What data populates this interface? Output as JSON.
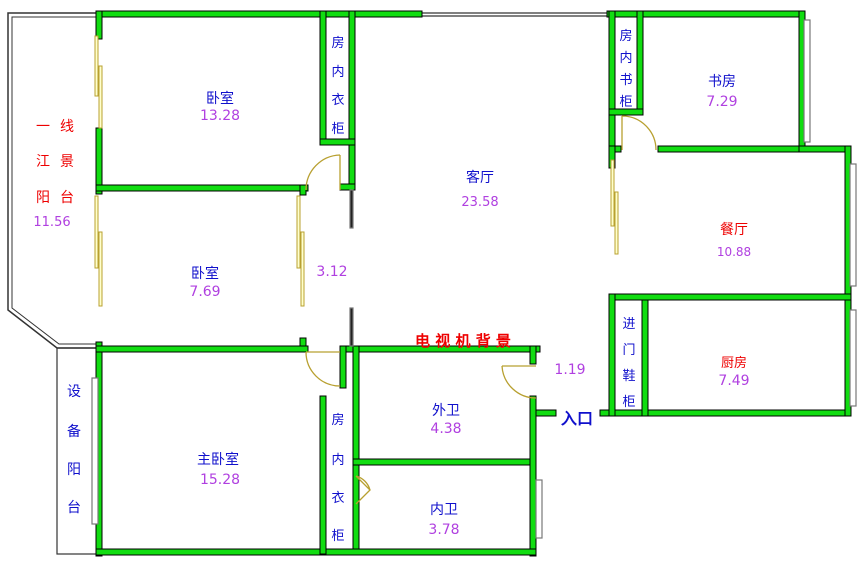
{
  "rooms": {
    "bedroom_top": {
      "name": "卧室",
      "area": "13.28"
    },
    "bedroom_mid": {
      "name": "卧室",
      "area": "7.69"
    },
    "master_bedroom": {
      "name": "主卧室",
      "area": "15.28"
    },
    "living_room": {
      "name": "客厅",
      "area": "23.58"
    },
    "study": {
      "name": "书房",
      "area": "7.29"
    },
    "dining_room": {
      "name": "餐厅",
      "area": "10.88"
    },
    "kitchen": {
      "name": "厨房",
      "area": "7.49"
    },
    "guest_bath": {
      "name": "外卫",
      "area": "4.38"
    },
    "master_bath": {
      "name": "内卫",
      "area": "3.78"
    },
    "balcony_river": {
      "name_chars": [
        "一",
        "线",
        "江",
        "景",
        "阳",
        "台"
      ],
      "area": "11.56"
    },
    "equipment_balcony": {
      "name_chars": [
        "设",
        "备",
        "阳",
        "台"
      ]
    },
    "hallway": {
      "area": "3.12"
    },
    "entry_lobby": {
      "area": "1.19"
    }
  },
  "cabinets": {
    "top_wardrobe": [
      "房",
      "内",
      "衣",
      "柜"
    ],
    "lower_wardrobe": [
      "房",
      "内",
      "衣",
      "柜"
    ],
    "bookcase": [
      "房",
      "内",
      "书",
      "柜"
    ],
    "shoe_cabinet": [
      "进",
      "门",
      "鞋",
      "柜"
    ]
  },
  "labels": {
    "tv_wall": "电 视 机 背 景",
    "entrance": "入口"
  },
  "colors": {
    "wall": "#11dd11",
    "wall_outline": "#000000",
    "room_name": "#1010cc",
    "room_area": "#b040e0",
    "accent_red": "#ee0000",
    "door_arc": "#b8a030",
    "window": "#777777"
  }
}
